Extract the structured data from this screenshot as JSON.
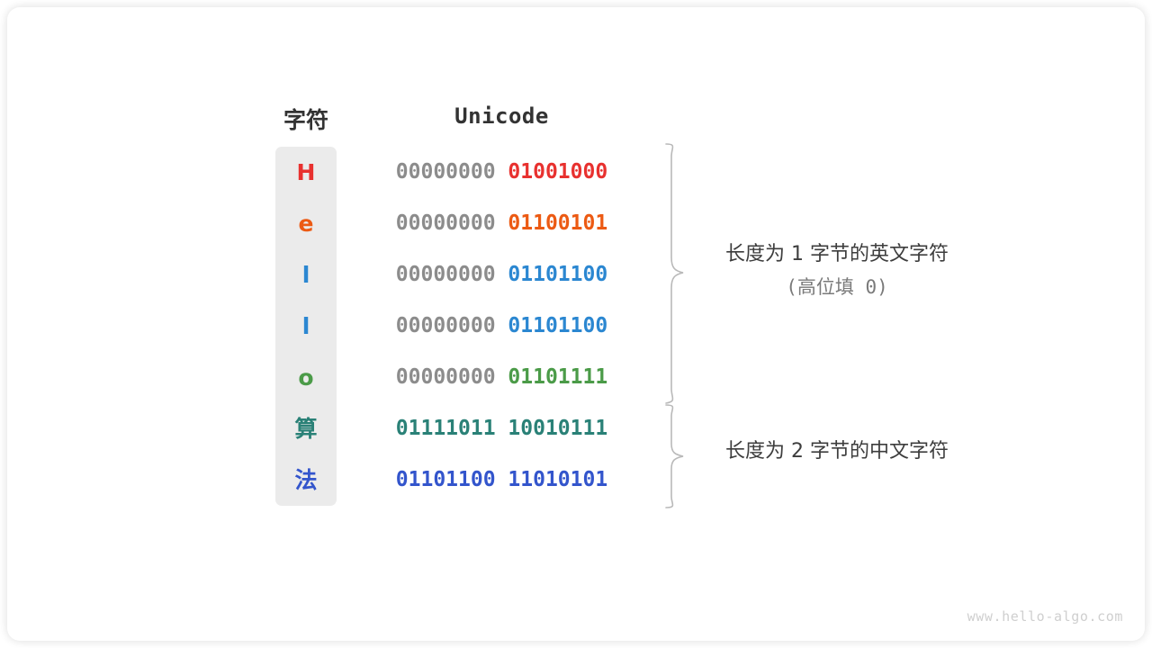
{
  "diagram": {
    "headers": {
      "char": "字符",
      "unicode": "Unicode"
    },
    "rows": [
      {
        "char": "H",
        "high_byte": "00000000",
        "low_byte": "01001000",
        "color": "#e8312f"
      },
      {
        "char": "e",
        "high_byte": "00000000",
        "low_byte": "01100101",
        "color": "#ec5a13"
      },
      {
        "char": "l",
        "high_byte": "00000000",
        "low_byte": "01101100",
        "color": "#2b87d1"
      },
      {
        "char": "l",
        "high_byte": "00000000",
        "low_byte": "01101100",
        "color": "#2b87d1"
      },
      {
        "char": "o",
        "high_byte": "00000000",
        "low_byte": "01101111",
        "color": "#4b9b48"
      },
      {
        "char": "算",
        "high_byte": "01111011",
        "low_byte": "10010111",
        "color": "#2a8177"
      },
      {
        "char": "法",
        "high_byte": "01101100",
        "low_byte": "11010101",
        "color": "#3355cc"
      }
    ],
    "annotations": {
      "english": {
        "line1": "长度为 1 字节的英文字符",
        "line2": "(高位填 0)"
      },
      "chinese": {
        "line1": "长度为 2 字节的中文字符",
        "line2": ""
      }
    },
    "watermark": "www.hello-algo.com",
    "colors": {
      "high_byte_gray": "#8c8c8c",
      "column_background": "#ebebeb",
      "brace": "#b9b9b9",
      "header_text": "#333333",
      "note_text": "#3d3d3d",
      "note_sub_text": "#7a7a7a",
      "watermark_text": "#cfcfcf"
    }
  }
}
